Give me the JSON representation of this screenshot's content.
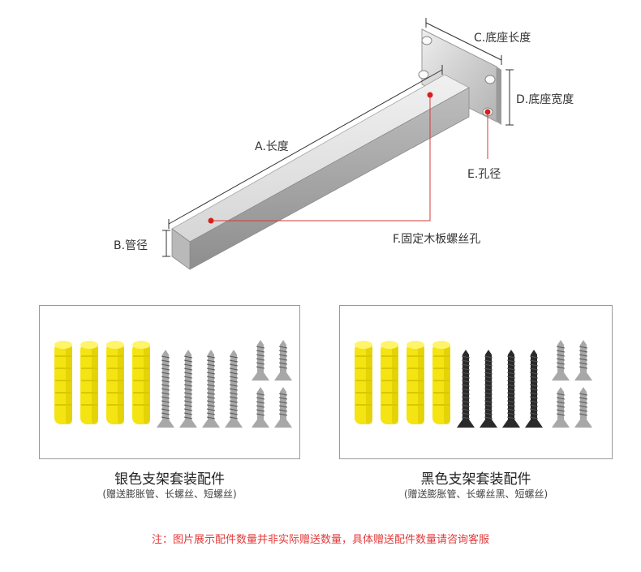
{
  "diagram": {
    "labels": {
      "length": "A.长度",
      "tube_size": "B.管径",
      "base_length": "C.底座长度",
      "base_width": "D.底座宽度",
      "hole_diameter": "E.孔径",
      "board_screw_hole": "F.固定木板螺丝孔"
    },
    "colors": {
      "steel_light": "#e4e4e4",
      "steel_mid": "#c9c9c9",
      "steel_dark": "#9c9c9c",
      "callout_line": "#d23b3b",
      "marker": "#d81e1e",
      "dimension_line": "#333333"
    }
  },
  "kits": [
    {
      "title": "银色支架套装配件",
      "note": "(赠送膨胀管、长螺丝、短螺丝)",
      "screw_color": "silver"
    },
    {
      "title": "黑色支架套装配件",
      "note": "(赠送膨胀管、长螺丝黑、短螺丝)",
      "screw_color": "black"
    }
  ],
  "accessory_colors": {
    "anchor_yellow": "#f4e411",
    "anchor_shadow": "#d9c800",
    "screw_silver": "#a8a8a8",
    "screw_black": "#2a2a2a"
  },
  "footer": {
    "note": "注：图片展示配件数量并非实际赠送数量，具体赠送配件数量请咨询客服"
  }
}
